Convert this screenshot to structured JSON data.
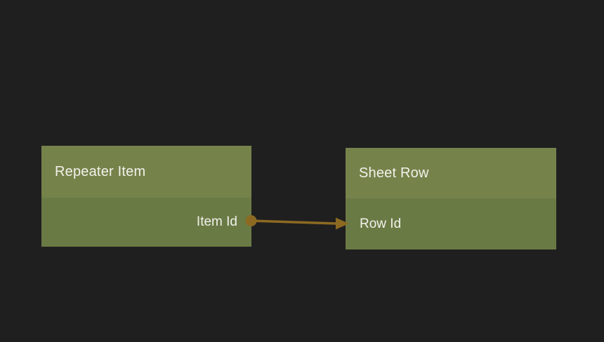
{
  "colors": {
    "background": "#201f1f",
    "node_header": "#75834b",
    "node_body": "#6a7a45",
    "connector": "#8c6a22",
    "text": "#f2f1ea"
  },
  "nodes": [
    {
      "title": "Repeater Item",
      "fields": [
        {
          "label": "Item Id"
        }
      ]
    },
    {
      "title": "Sheet Row",
      "fields": [
        {
          "label": "Row Id"
        }
      ]
    }
  ],
  "connector": {
    "from_node": "Repeater Item",
    "from_field": "Item Id",
    "to_node": "Sheet Row",
    "to_field": "Row Id"
  }
}
